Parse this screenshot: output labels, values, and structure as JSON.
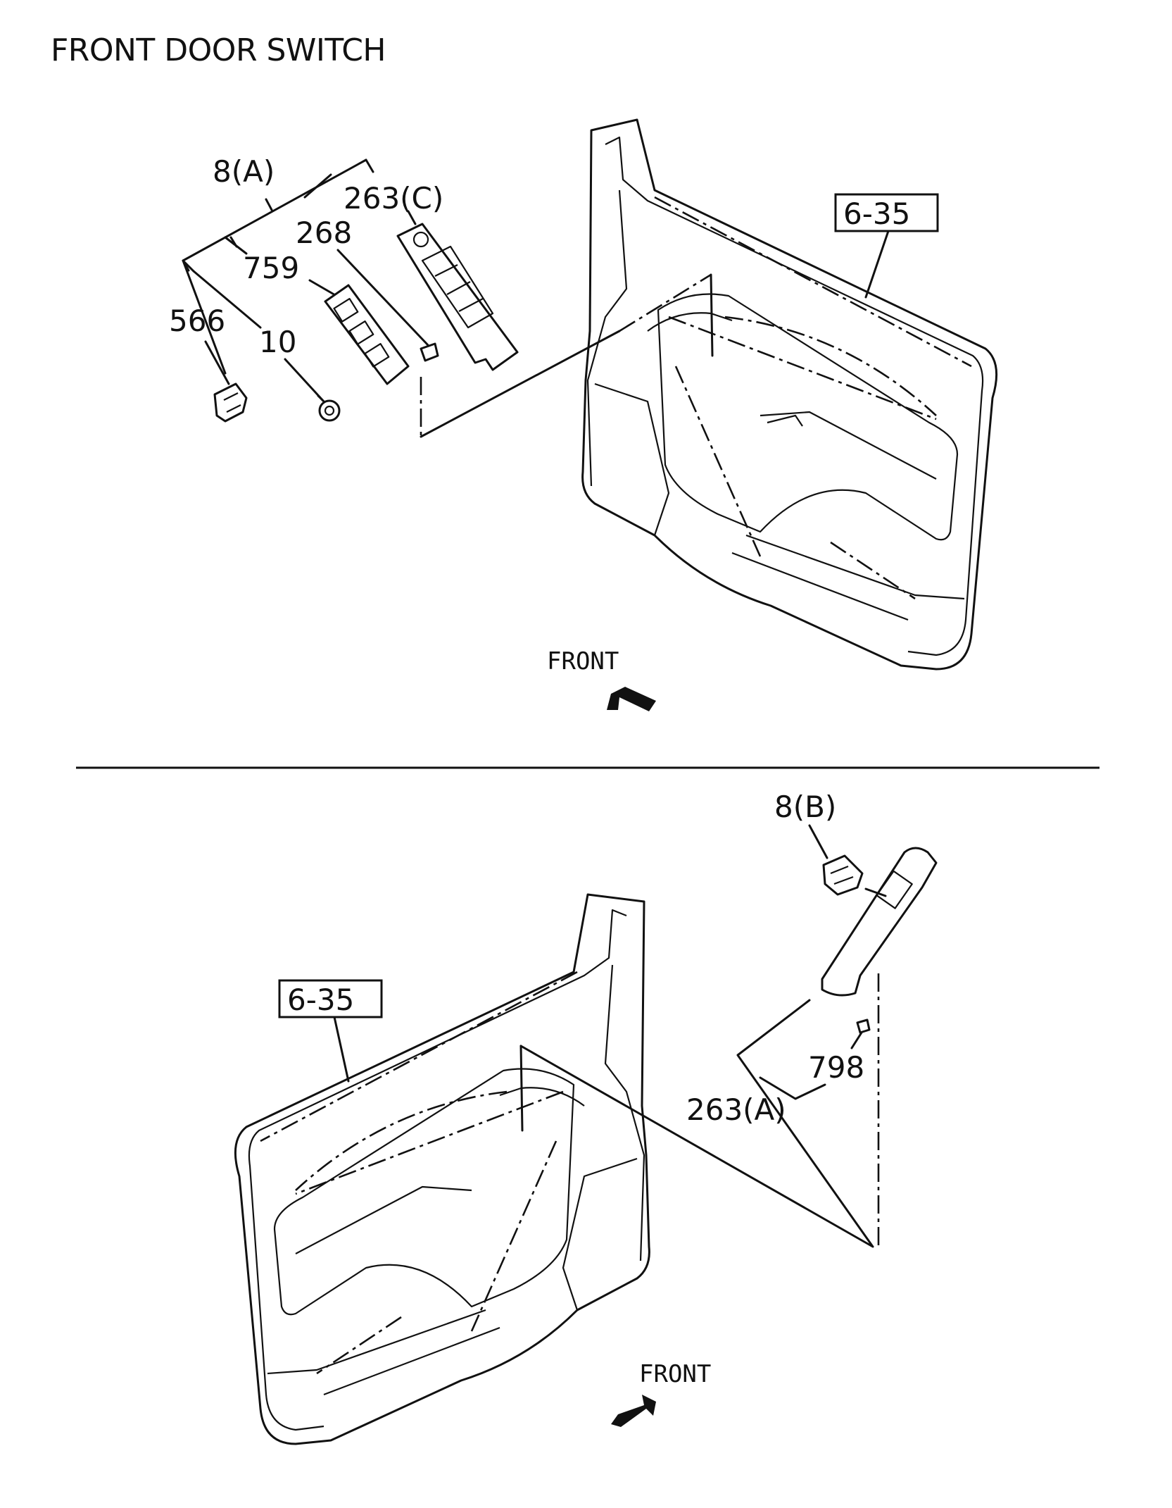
{
  "title": "FRONT DOOR SWITCH",
  "top_view": {
    "labels": {
      "p8a": "8(A)",
      "p263c": "263(C)",
      "p268": "268",
      "p759": "759",
      "p566": "566",
      "p10": "10",
      "ref": "6-35",
      "front": "FRONT"
    }
  },
  "bottom_view": {
    "labels": {
      "p8b": "8(B)",
      "p798": "798",
      "p263a": "263(A)",
      "ref": "6-35",
      "front": "FRONT"
    }
  }
}
